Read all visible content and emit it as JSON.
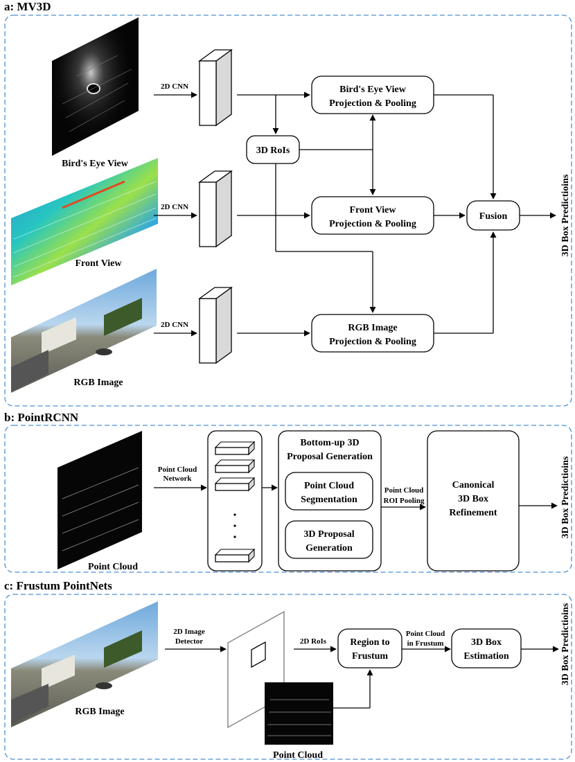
{
  "sections": {
    "a": {
      "title": "a: MV3D"
    },
    "b": {
      "title": "b: PointRCNN"
    },
    "c": {
      "title": "c: Frustum PointNets"
    }
  },
  "mv3d": {
    "images": {
      "bev": "Bird's Eye View",
      "front": "Front View",
      "rgb": "RGB Image"
    },
    "cnn_label": "2D CNN",
    "rois": "3D RoIs",
    "bev_proj": [
      "Bird's Eye View",
      "Projection & Pooling"
    ],
    "front_proj": [
      "Front View",
      "Projection & Pooling"
    ],
    "rgb_proj": [
      "RGB Image",
      "Projection & Pooling"
    ],
    "fusion": "Fusion",
    "output": "3D Box Predictioins"
  },
  "pointrcnn": {
    "image_label": "Point Cloud",
    "network_label": [
      "Point Cloud",
      "Network"
    ],
    "proposal_title": [
      "Bottom-up 3D",
      "Proposal Generation"
    ],
    "segmentation": [
      "Point Cloud",
      "Segmentation"
    ],
    "proposal_gen": [
      "3D Proposal",
      "Generation"
    ],
    "roi_pool_label": [
      "Point Cloud",
      "ROI Pooling"
    ],
    "refinement": [
      "Canonical",
      "3D Box",
      "Refinement"
    ],
    "output": "3D Box Predictioins"
  },
  "frustum": {
    "rgb_label": "RGB Image",
    "detector_label": [
      "2D Image",
      "Detector"
    ],
    "rois_label": "2D RoIs",
    "region": [
      "Region to",
      "Frustum"
    ],
    "frustum_label": [
      "Point Cloud",
      "in Frustum"
    ],
    "estimation": [
      "3D Box",
      "Estimation"
    ],
    "pc_label": "Point Cloud",
    "output": "3D Box Predictioins"
  },
  "colors": {
    "dashed_border": "#4a8fd0",
    "cnn_side": "#d9d9d9"
  }
}
